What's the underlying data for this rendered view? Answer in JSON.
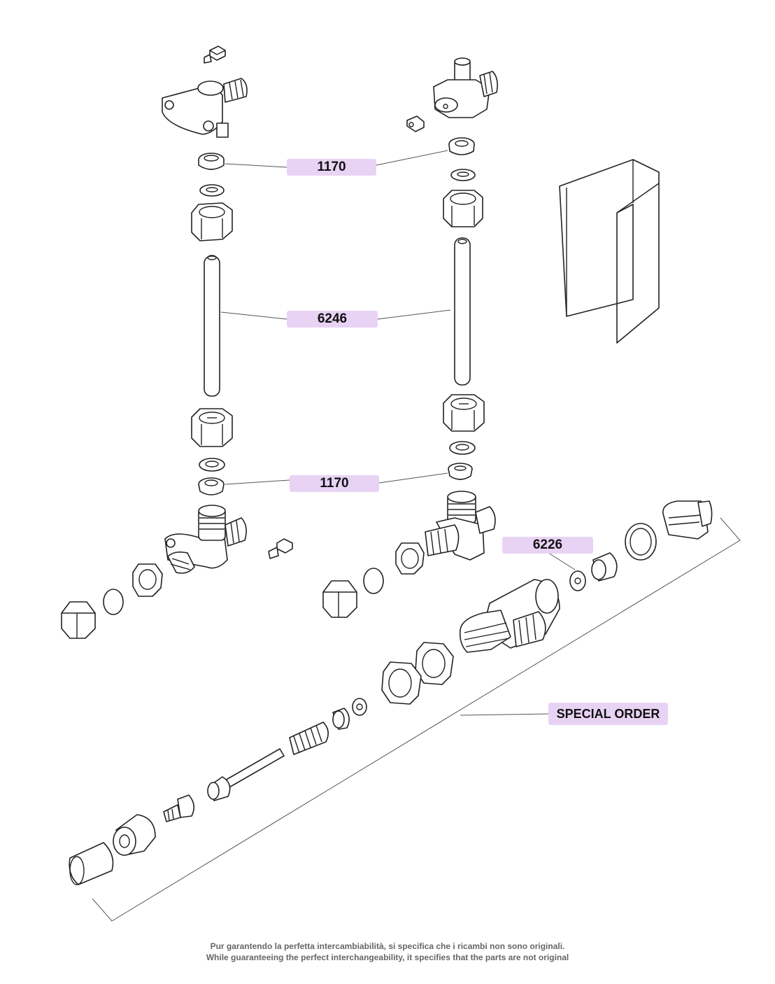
{
  "diagram": {
    "callouts": {
      "part_1170_top": "1170",
      "part_6246": "6246",
      "part_1170_bottom": "1170",
      "part_6226": "6226",
      "special_order": "SPECIAL ORDER"
    },
    "callout_color": "#e9d3f5"
  },
  "footer": {
    "line_it": "Pur garantendo la perfetta intercambiabilità, si specifica che i ricambi non sono originali.",
    "line_en": "While guaranteeing the perfect interchangeability, it specifies that the parts are not original"
  }
}
